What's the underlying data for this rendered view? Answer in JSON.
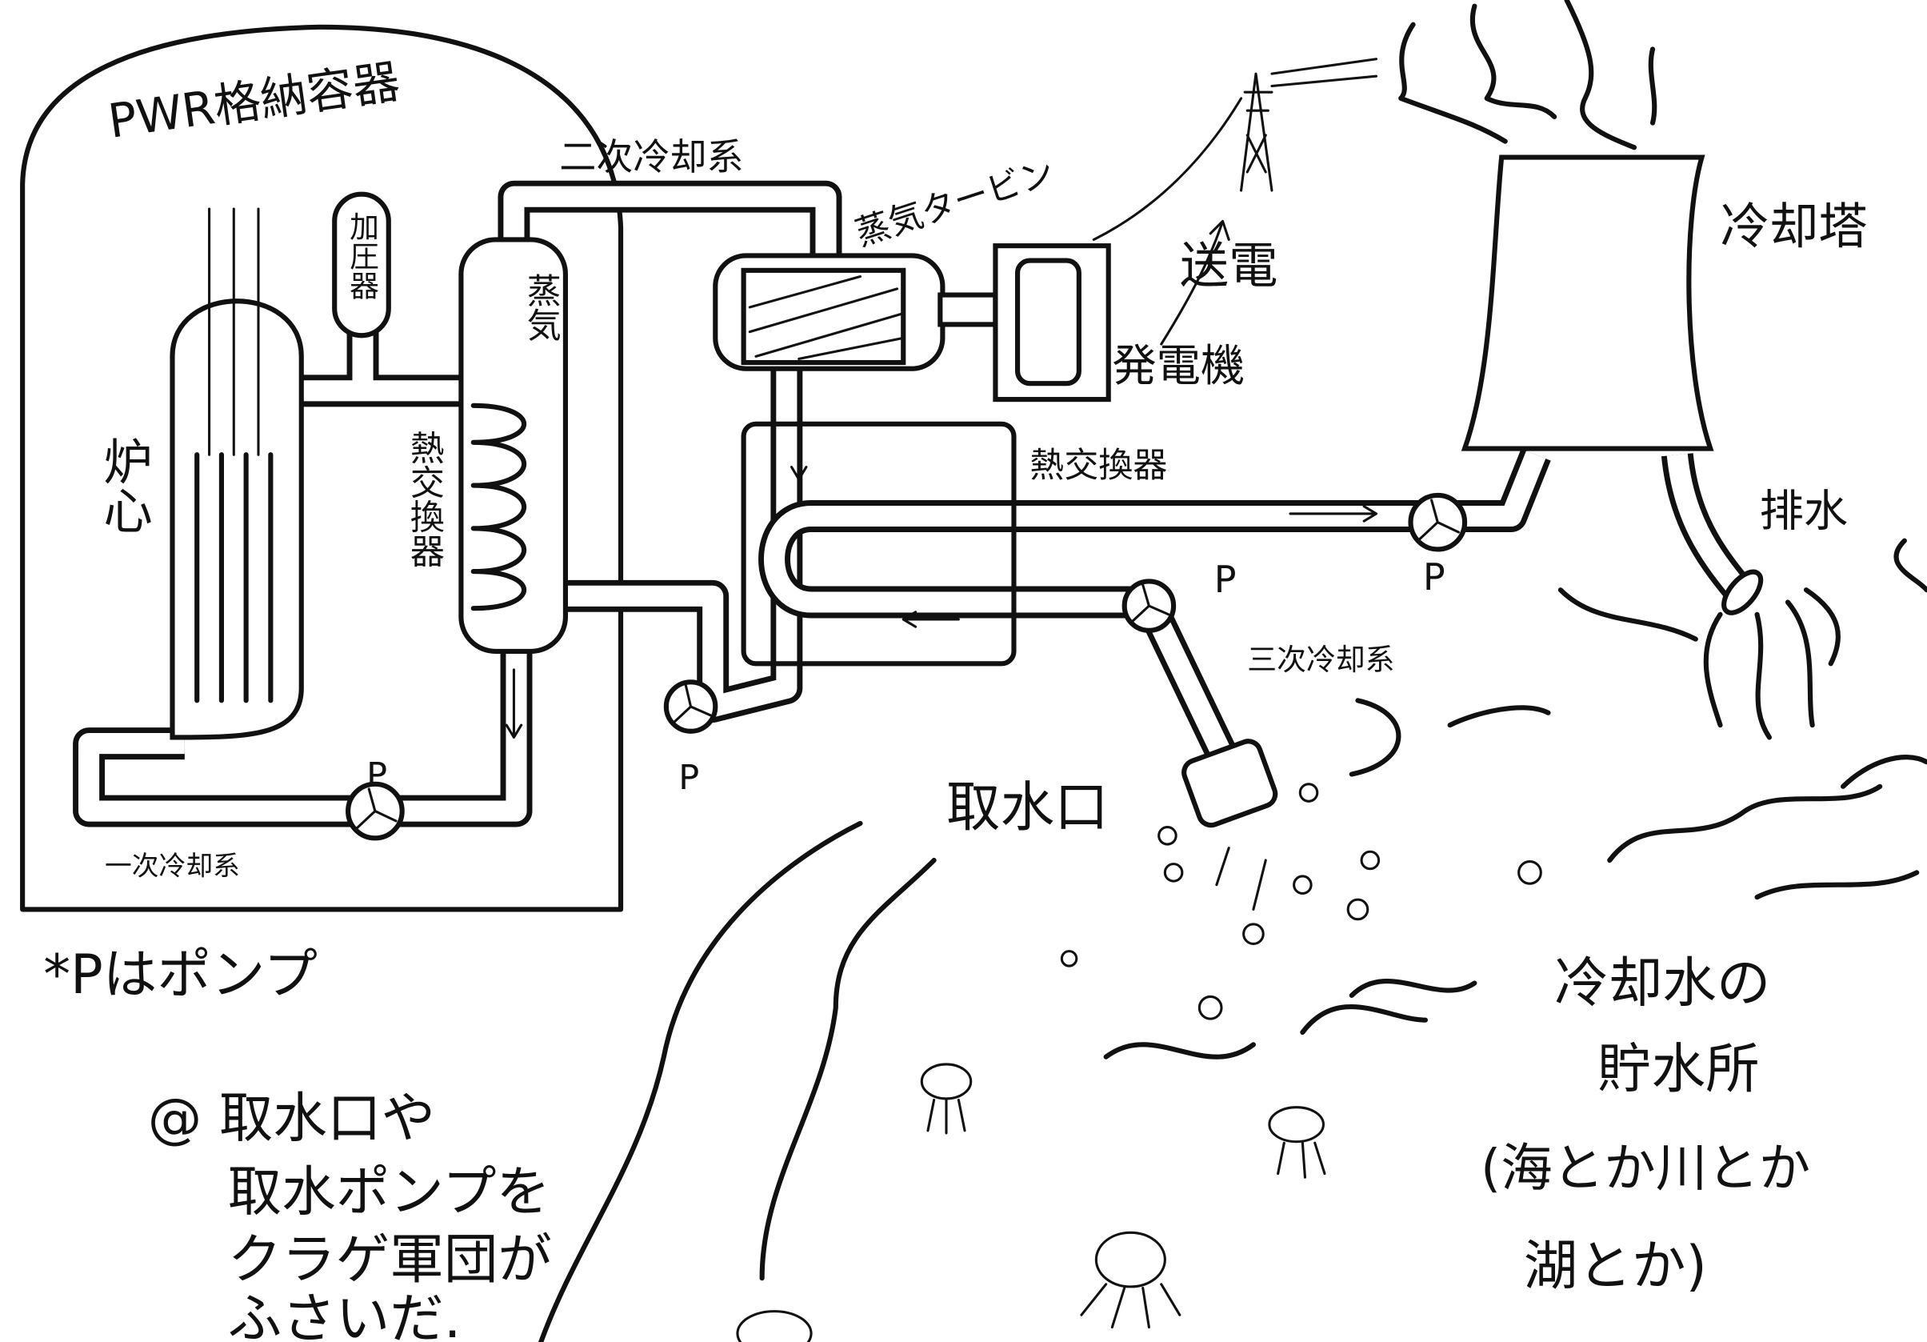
{
  "title": "PWR格納容器",
  "labels": {
    "secondary_loop_top": "二次冷却系",
    "pressurizer": "加圧器",
    "steam": "蒸気",
    "core": "炉心",
    "steam_generator": "熱交換器",
    "primary_loop": "一次冷却系",
    "steam_turbine": "蒸気タービン",
    "power_transmission": "送電",
    "generator": "発電機",
    "cooling_tower": "冷却塔",
    "drainage": "排水",
    "condenser": "熱交換器",
    "tertiary_loop": "三次冷却系",
    "intake": "取水口"
  },
  "pump_label": "P",
  "legend_note": "*Pはポンプ",
  "jellyfish_note": [
    "@ 取水口や",
    "取水ポンプを",
    "クラゲ軍団が",
    "ふさいだ."
  ],
  "reservoir_note": [
    "冷却水の",
    "貯水所",
    "(海とか川とか",
    "湖とか)"
  ]
}
